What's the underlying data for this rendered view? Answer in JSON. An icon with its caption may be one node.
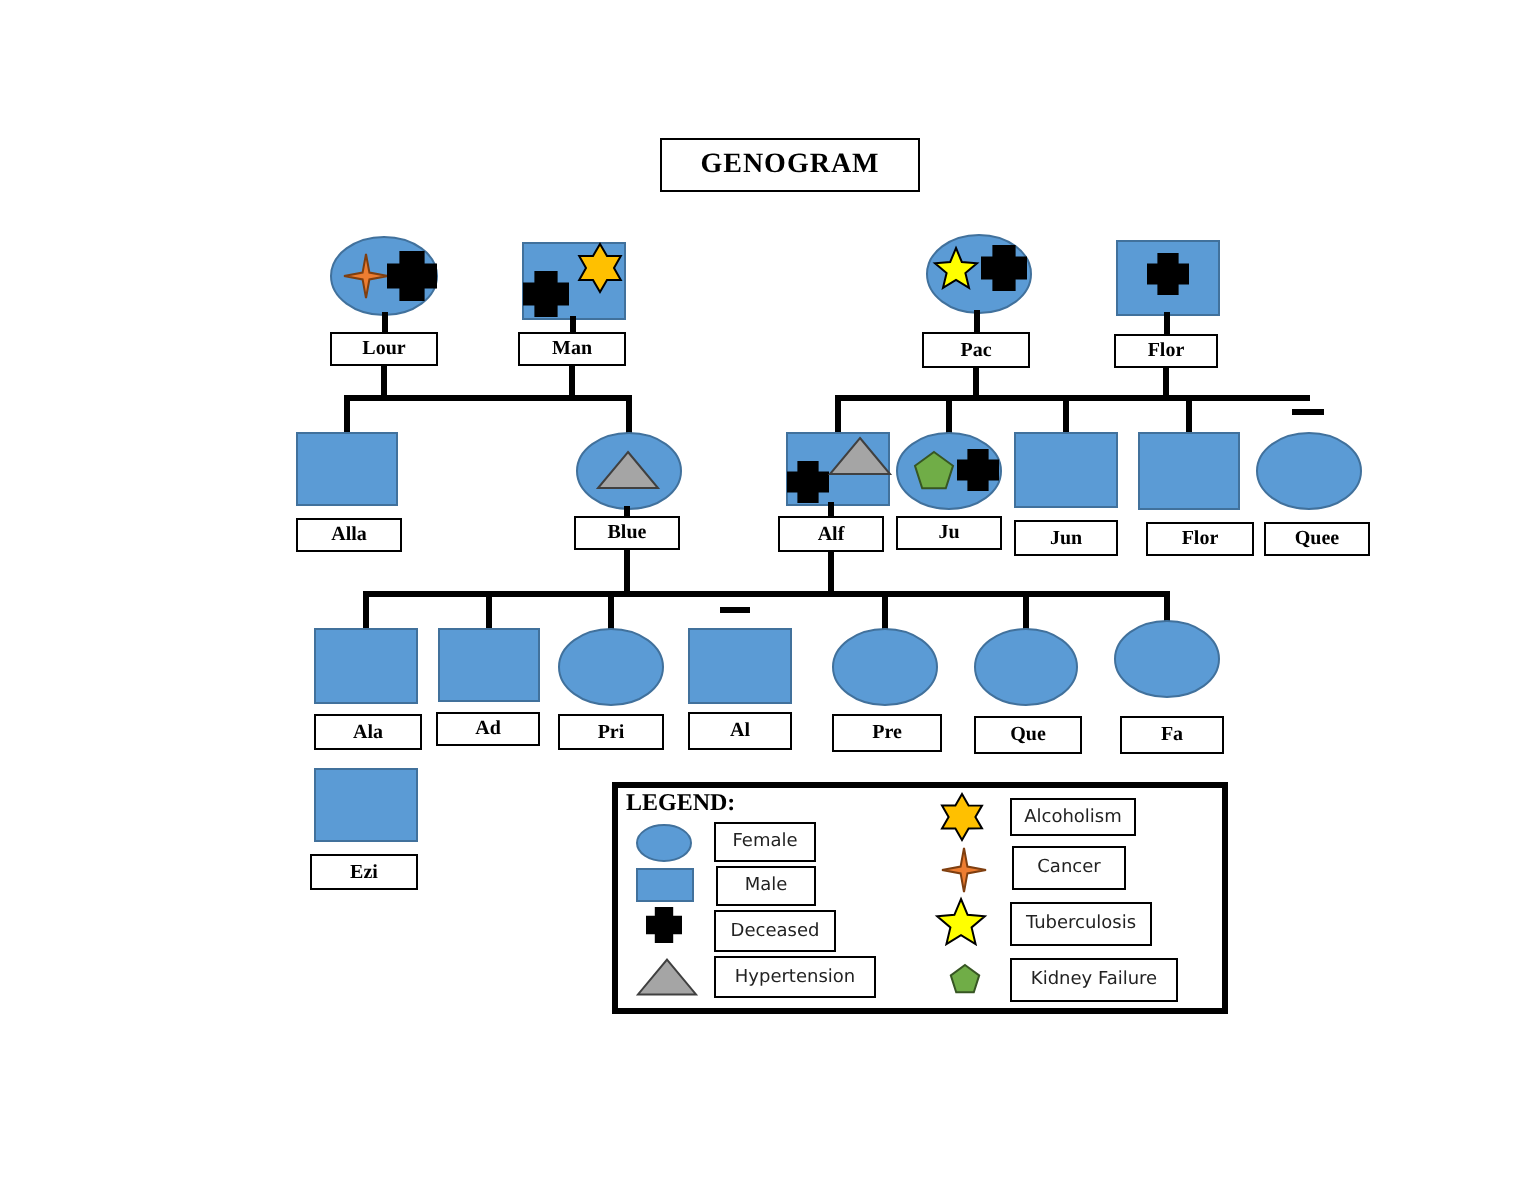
{
  "diagram": {
    "title": "GENOGRAM",
    "nodes": [
      {
        "text": [
          "Lour"
        ]
      },
      {
        "text": [
          "Man"
        ]
      },
      {
        "text": [
          "Pac"
        ]
      },
      {
        "text": [
          "Flor"
        ]
      },
      {
        "text": [
          "Alla"
        ]
      },
      {
        "text": [
          "Blue"
        ]
      },
      {
        "text": [
          "Alf"
        ]
      },
      {
        "text": [
          "Ju"
        ]
      },
      {
        "text": [
          "Jun"
        ]
      },
      {
        "text": [
          "Flor"
        ]
      },
      {
        "text": [
          "Quee"
        ]
      },
      {
        "text": [
          "Ala"
        ]
      },
      {
        "text": [
          "Ad"
        ]
      },
      {
        "text": [
          "Pri"
        ]
      },
      {
        "text": [
          "Al"
        ]
      },
      {
        "text": [
          "Pre"
        ]
      },
      {
        "text": [
          "Que"
        ]
      },
      {
        "text": [
          "Fa"
        ]
      },
      {
        "text": [
          "Ezi"
        ]
      }
    ],
    "edges": [
      {
        "from": 0,
        "to": 4,
        "arrow": "none"
      },
      {
        "from": 0,
        "to": 5,
        "arrow": "none"
      },
      {
        "from": 1,
        "to": 4,
        "arrow": "none"
      },
      {
        "from": 1,
        "to": 5,
        "arrow": "none"
      },
      {
        "from": 2,
        "to": 6,
        "arrow": "none"
      },
      {
        "from": 2,
        "to": 7,
        "arrow": "none"
      },
      {
        "from": 2,
        "to": 8,
        "arrow": "none"
      },
      {
        "from": 2,
        "to": 9,
        "arrow": "none"
      },
      {
        "from": 3,
        "to": 6,
        "arrow": "none"
      },
      {
        "from": 3,
        "to": 7,
        "arrow": "none"
      },
      {
        "from": 3,
        "to": 8,
        "arrow": "none"
      },
      {
        "from": 3,
        "to": 9,
        "arrow": "none"
      },
      {
        "from": 5,
        "to": 11,
        "arrow": "none"
      },
      {
        "from": 5,
        "to": 12,
        "arrow": "none"
      },
      {
        "from": 5,
        "to": 13,
        "arrow": "none"
      },
      {
        "from": 5,
        "to": 15,
        "arrow": "none"
      },
      {
        "from": 5,
        "to": 16,
        "arrow": "none"
      },
      {
        "from": 5,
        "to": 17,
        "arrow": "none"
      },
      {
        "from": 6,
        "to": 11,
        "arrow": "none"
      },
      {
        "from": 6,
        "to": 12,
        "arrow": "none"
      },
      {
        "from": 6,
        "to": 13,
        "arrow": "none"
      },
      {
        "from": 6,
        "to": 15,
        "arrow": "none"
      },
      {
        "from": 6,
        "to": 16,
        "arrow": "none"
      },
      {
        "from": 6,
        "to": 17,
        "arrow": "none"
      }
    ],
    "labels": [
      "LEGEND:"
    ],
    "legend": [
      {
        "text": "Female"
      },
      {
        "text": "Male"
      },
      {
        "text": "Deceased"
      },
      {
        "text": "Hypertension"
      },
      {
        "text": "Alcoholism"
      },
      {
        "text": "Cancer"
      },
      {
        "text": "Tuberculosis"
      },
      {
        "text": "Kidney Failure"
      }
    ]
  }
}
